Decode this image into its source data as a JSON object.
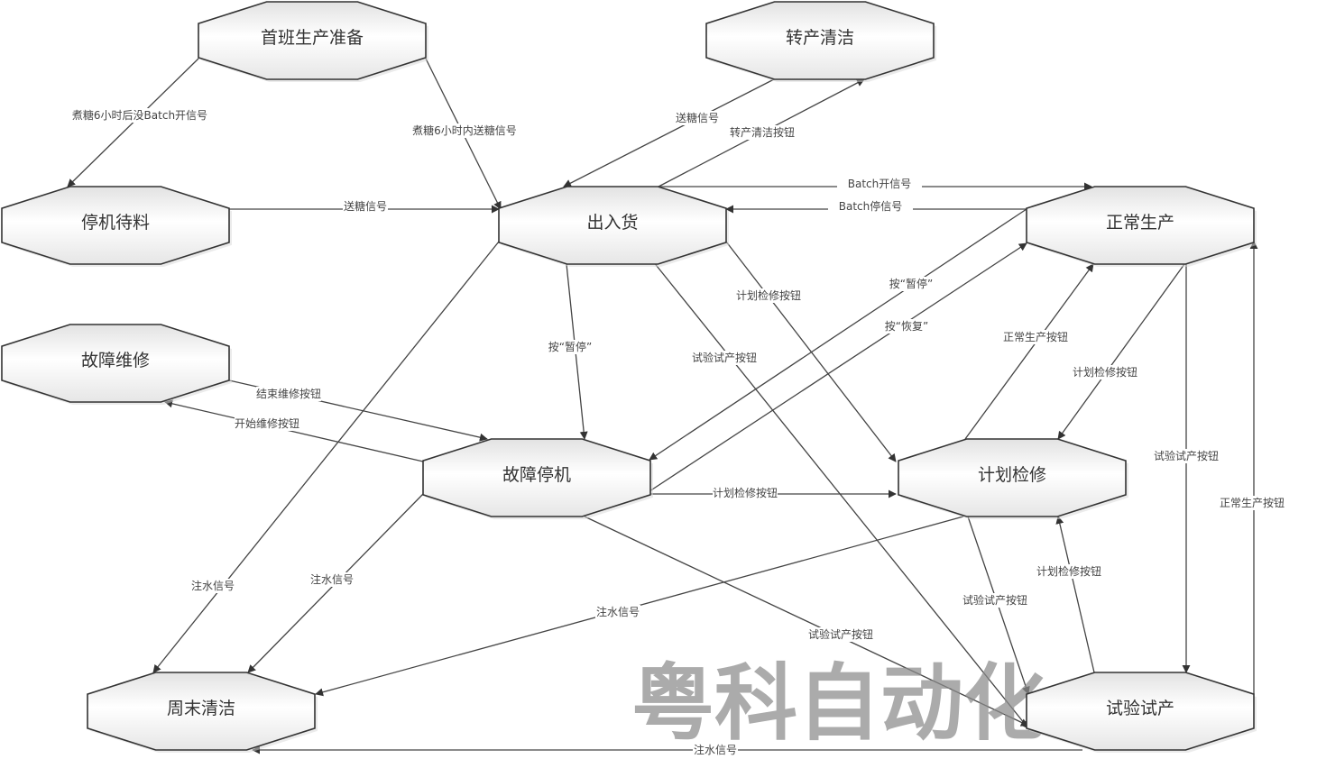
{
  "nodes": {
    "shouban": "首班生产准备",
    "zhuanchan": "转产清洁",
    "tingji": "停机待料",
    "churu": "出入货",
    "zhengchang": "正常生产",
    "guzhangweixiu": "故障维修",
    "guzhangtingji": "故障停机",
    "jihua": "计划检修",
    "zhoumo": "周末清洁",
    "shiyan": "试验试产"
  },
  "edges": [
    "煮糖6小时后没Batch开信号",
    "煮糖6小时内送糖信号",
    "送糖信号",
    "转产清洁按钮",
    "送糖信号",
    "Batch开信号",
    "Batch停信号",
    "按“暂停”",
    "计划检修按钮",
    "试验试产按钮",
    "按“暂停”",
    "按“恢复”",
    "正常生产按钮",
    "计划检修按钮",
    "试验试产按钮",
    "正常生产按钮",
    "结束维修按钮",
    "开始维修按钮",
    "计划检修按钮",
    "注水信号",
    "注水信号",
    "注水信号",
    "试验试产按钮",
    "计划检修按钮",
    "试验试产按钮",
    "注水信号"
  ],
  "watermark": "粤科自动化",
  "colors": {
    "line": "#444444",
    "node_stroke": "#333333",
    "node_fill_top": "#ffffff",
    "node_fill_bottom": "#dcdcdc"
  }
}
